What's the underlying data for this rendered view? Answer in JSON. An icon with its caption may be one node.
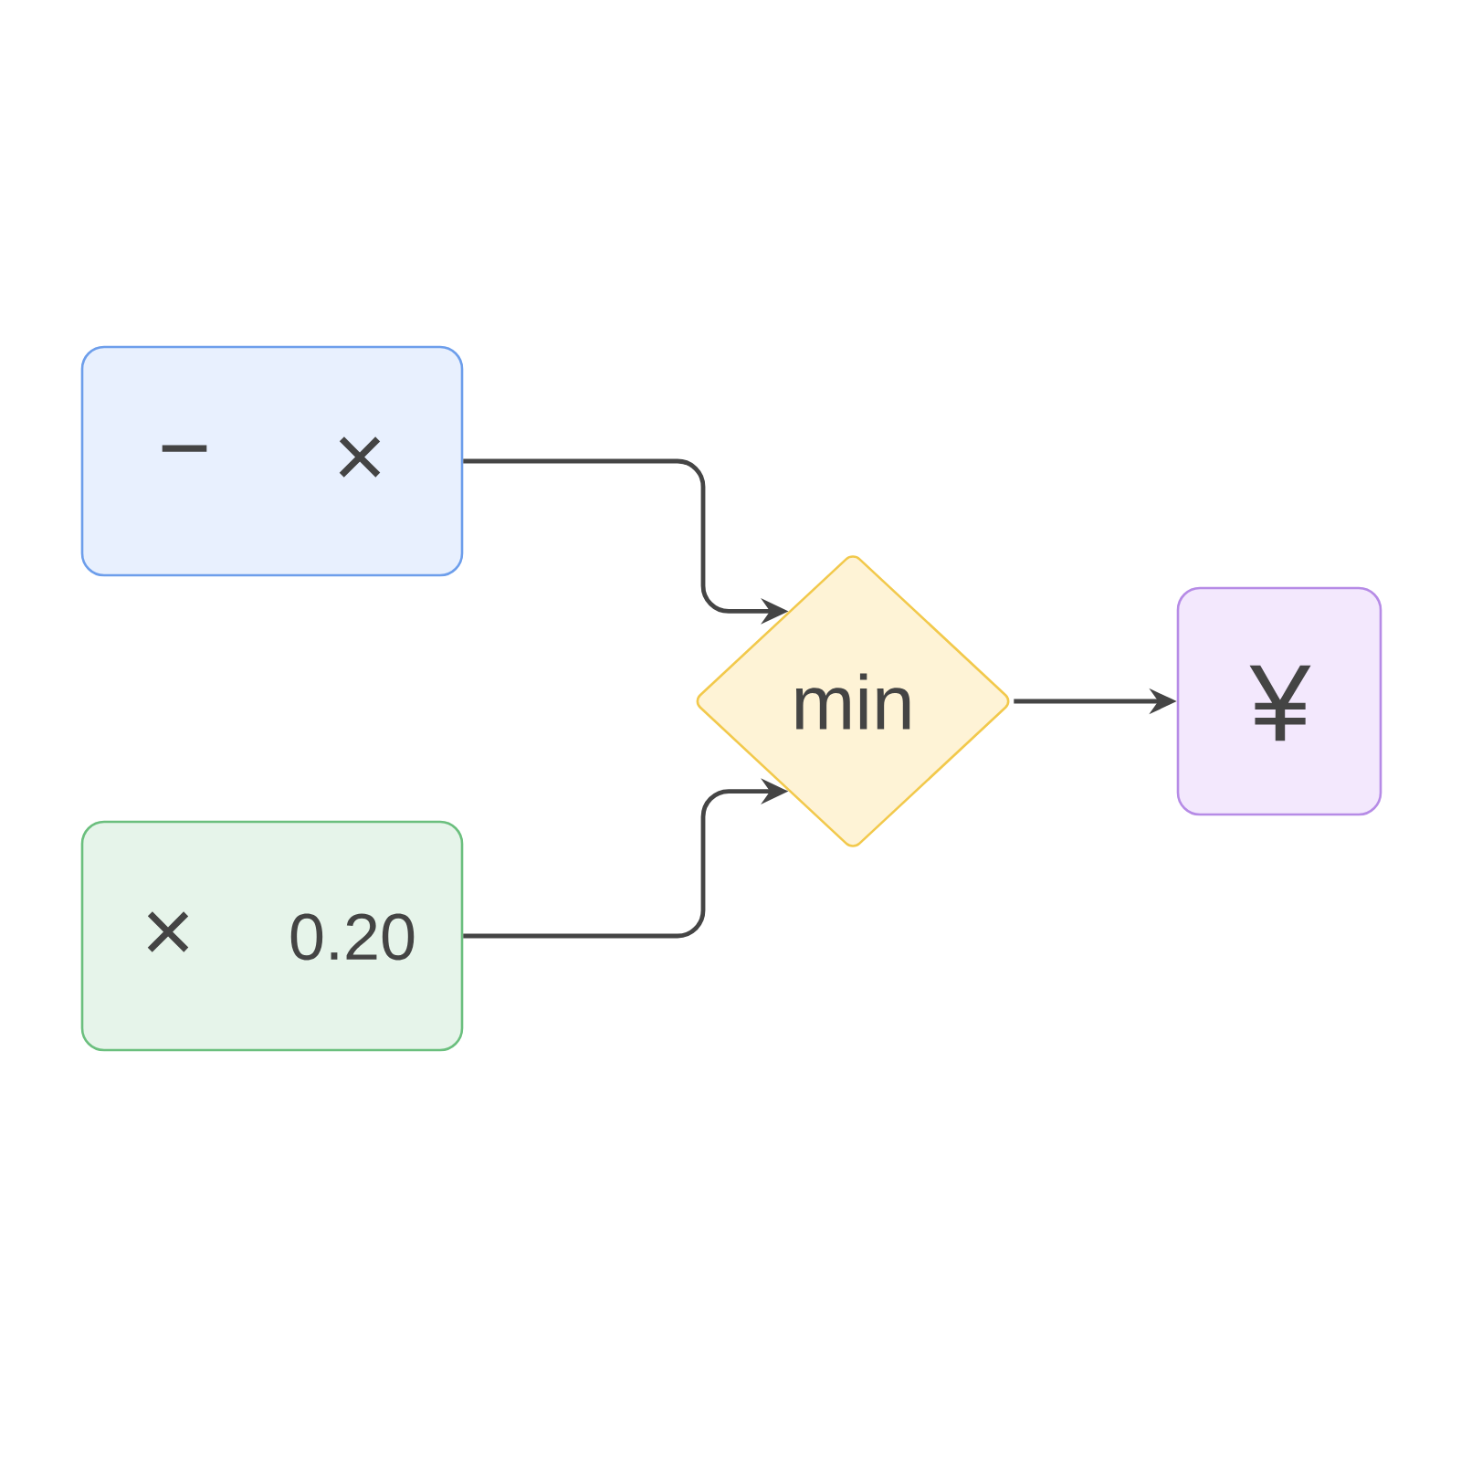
{
  "diagram": {
    "nodes": [
      {
        "text": [
          "−",
          "×"
        ]
      },
      {
        "text": [
          "×",
          "0.20"
        ]
      },
      {
        "text": [
          "min"
        ]
      },
      {
        "text": [
          "¥"
        ]
      }
    ],
    "edges": [
      {
        "from": 0,
        "to": 2,
        "arrow": "to"
      },
      {
        "from": 1,
        "to": 2,
        "arrow": "to"
      },
      {
        "from": 2,
        "to": 3,
        "arrow": "to"
      }
    ]
  }
}
